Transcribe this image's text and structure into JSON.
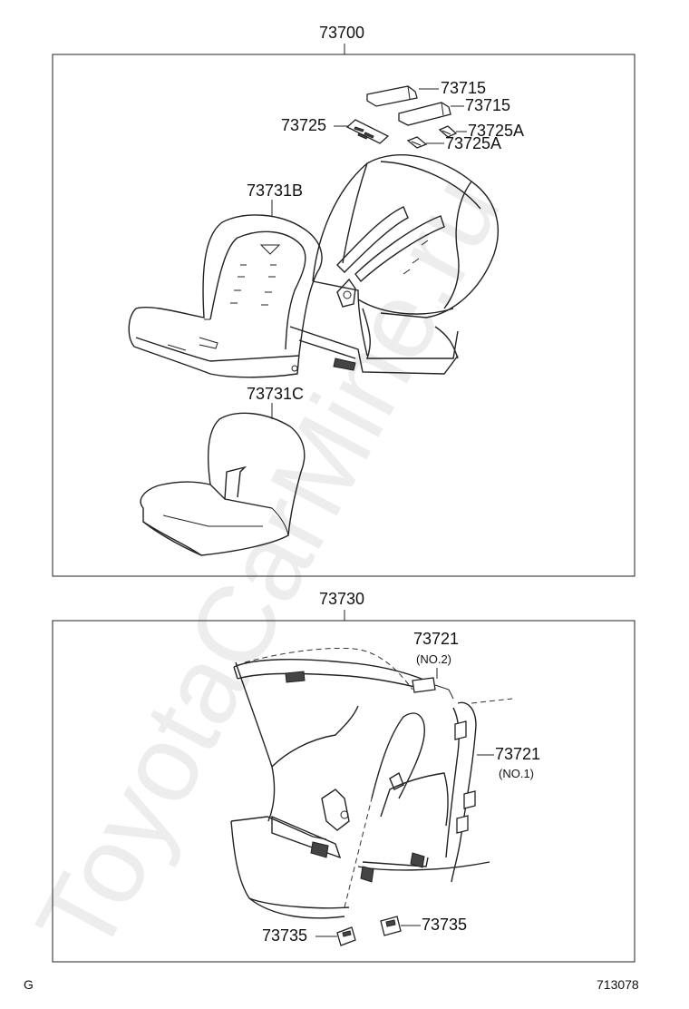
{
  "watermark": "ToyotaCarMine.ru",
  "sections": [
    {
      "id": "upper",
      "assembly_label": "73700"
    },
    {
      "id": "lower",
      "assembly_label": "73730"
    }
  ],
  "parts": {
    "p73715a": "73715",
    "p73715b": "73715",
    "p73725": "73725",
    "p73725a1": "73725A",
    "p73725a2": "73725A",
    "p73731b": "73731B",
    "p73731c": "73731C",
    "p73721_top": "73721",
    "p73721_top_sub": "(NO.2)",
    "p73721_side": "73721",
    "p73721_side_sub": "(NO.1)",
    "p73735_left": "73735",
    "p73735_right": "73735"
  },
  "footer": {
    "left_code": "G",
    "diagram_number": "713078"
  }
}
